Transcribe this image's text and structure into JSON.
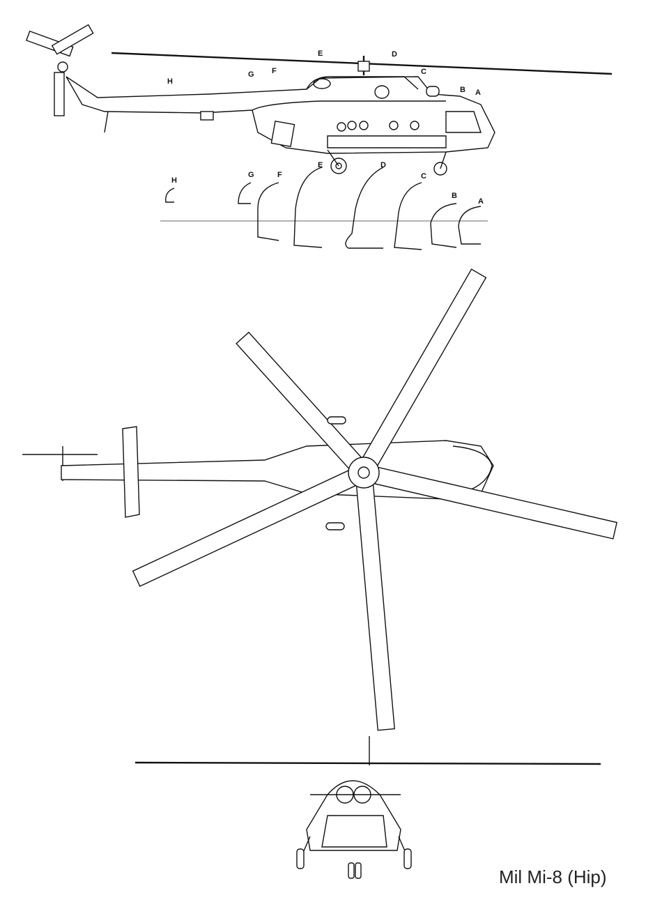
{
  "title": "Mil Mi-8 (Hip)",
  "side_view": {
    "station_labels": [
      "H",
      "G",
      "F",
      "E",
      "D",
      "C",
      "B",
      "A"
    ]
  },
  "cross_sections": {
    "labels": [
      "H",
      "G",
      "F",
      "E",
      "D",
      "C",
      "B",
      "A"
    ]
  },
  "views": [
    "side-view",
    "top-view",
    "front-view"
  ]
}
